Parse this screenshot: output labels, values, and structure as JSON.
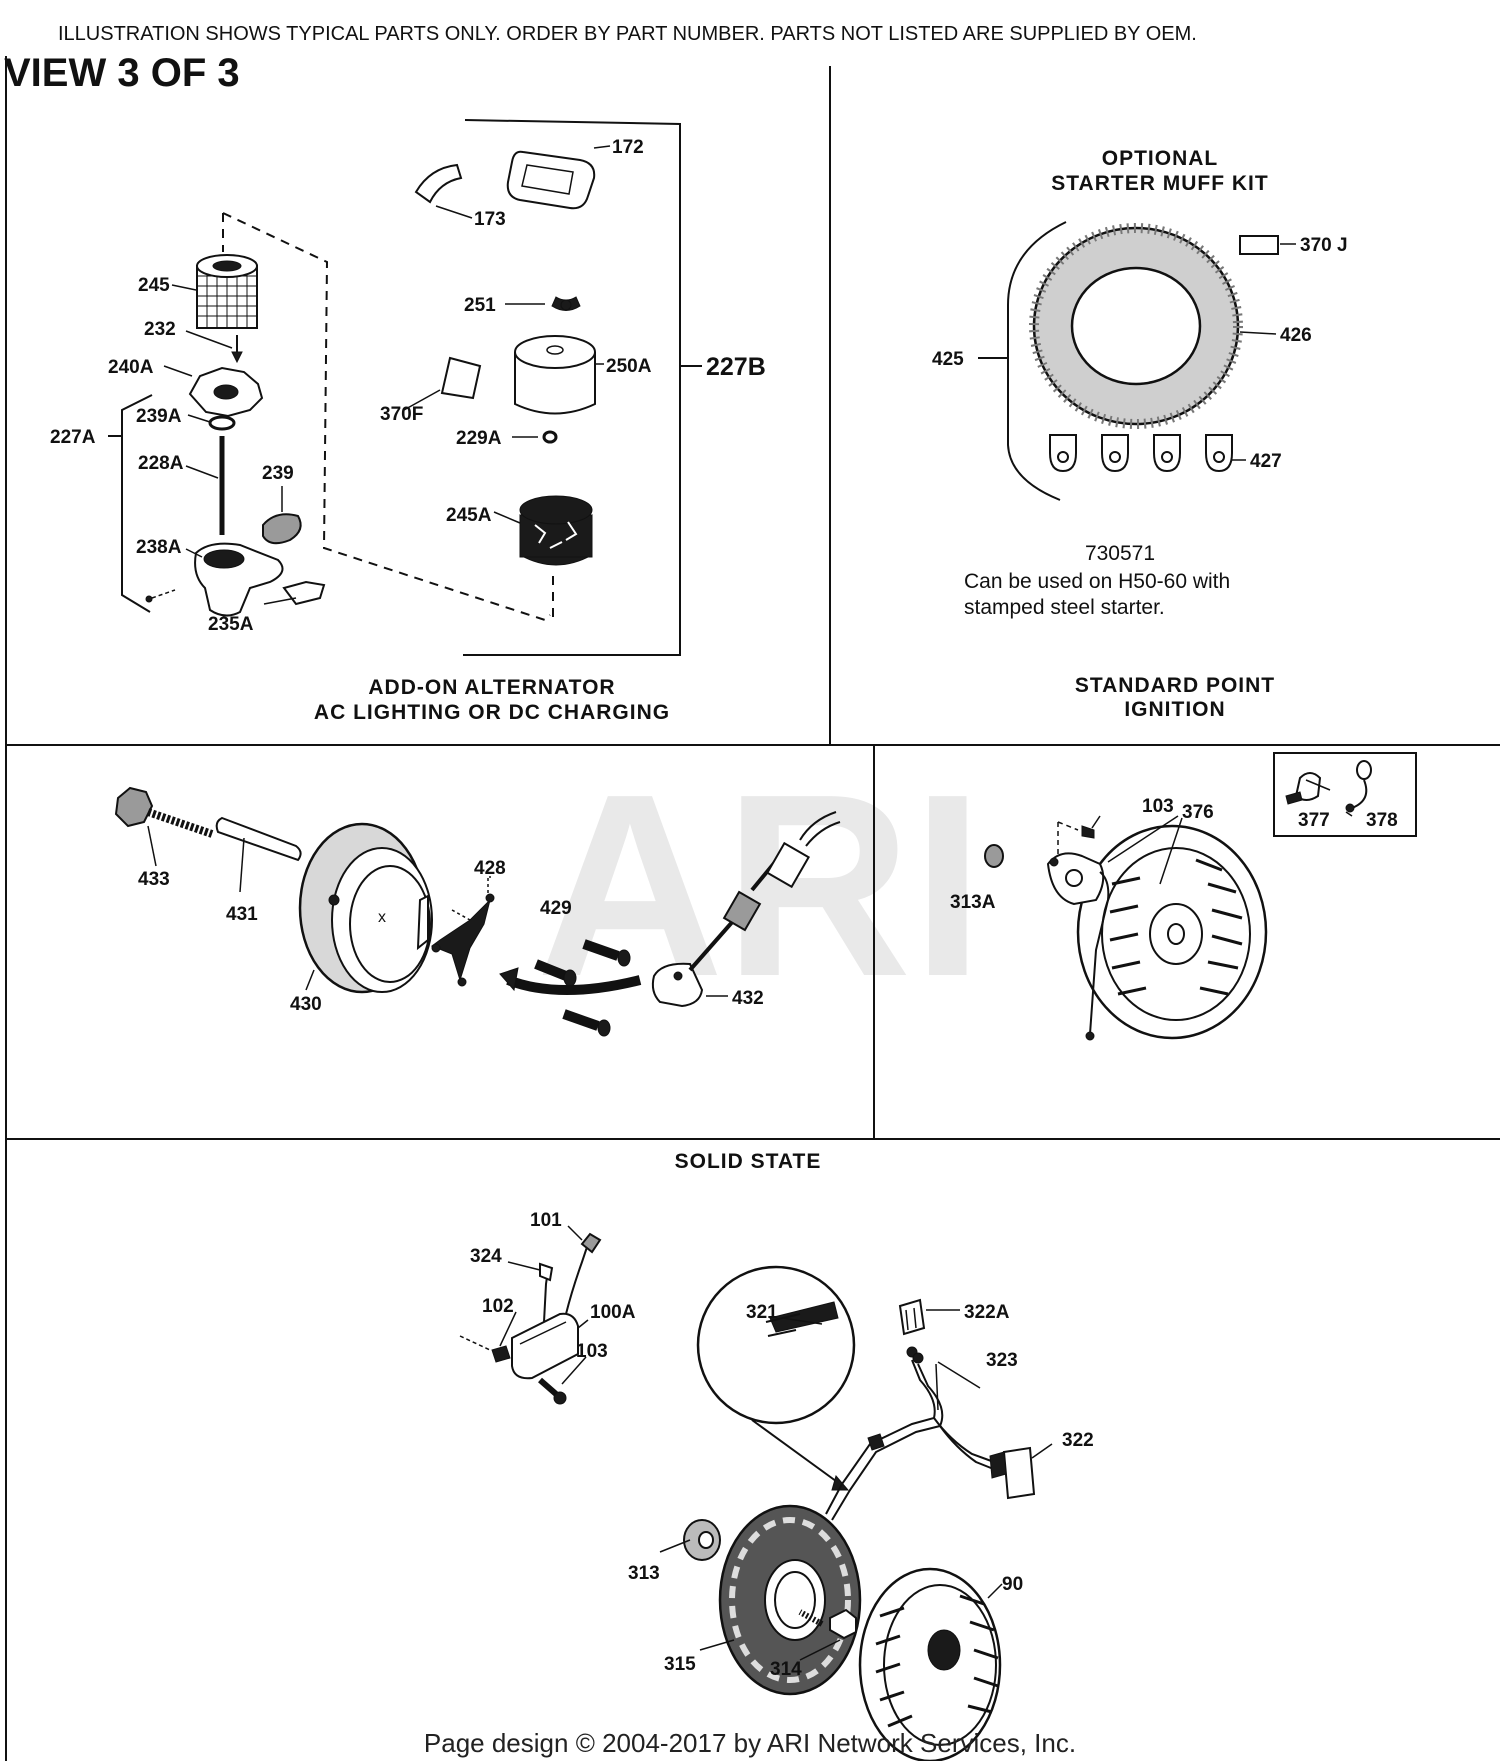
{
  "header": {
    "notice": "ILLUSTRATION SHOWS TYPICAL PARTS ONLY.  ORDER BY PART NUMBER.  PARTS NOT LISTED ARE SUPPLIED BY OEM.",
    "view_title": "VIEW 3 OF 3"
  },
  "panels": {
    "alternator_kit": {
      "caption_line1": "ADD-ON ALTERNATOR",
      "caption_line2": "AC LIGHTING OR DC CHARGING",
      "labels": {
        "p172": "172",
        "p173": "173",
        "p245": "245",
        "p232": "232",
        "p240A": "240A",
        "p239A": "239A",
        "p227A": "227A",
        "p228A": "228A",
        "p239": "239",
        "p238A": "238A",
        "p235A": "235A",
        "p251": "251",
        "p250A": "250A",
        "p227B": "227B",
        "p370F": "370F",
        "p229A": "229A",
        "p245A": "245A"
      }
    },
    "starter_muff": {
      "title_line1": "OPTIONAL",
      "title_line2": "STARTER MUFF KIT",
      "kit_number": "730571",
      "note_line1": "Can be used on H50-60 with",
      "note_line2": "stamped steel starter.",
      "labels": {
        "p370J": "370 J",
        "p425": "425",
        "p426": "426",
        "p427": "427"
      }
    },
    "point_ignition_caption": {
      "line1": "STANDARD POINT",
      "line2": "IGNITION"
    },
    "alternator_assembly": {
      "labels": {
        "p433": "433",
        "p431": "431",
        "p430": "430",
        "p428": "428",
        "p429": "429",
        "p432": "432"
      }
    },
    "point_ignition": {
      "labels": {
        "p103": "103",
        "p376": "376",
        "p313A": "313A",
        "p377": "377",
        "p378": "378"
      }
    },
    "solid_state": {
      "title": "SOLID STATE",
      "labels": {
        "p101": "101",
        "p324": "324",
        "p102": "102",
        "p100A": "100A",
        "p103": "103",
        "p321": "321",
        "p322A": "322A",
        "p323": "323",
        "p322": "322",
        "p313": "313",
        "p315": "315",
        "p314": "314",
        "p90": "90"
      }
    }
  },
  "watermark": "ARI",
  "footer": "Page design © 2004-2017 by ARI Network Services, Inc."
}
